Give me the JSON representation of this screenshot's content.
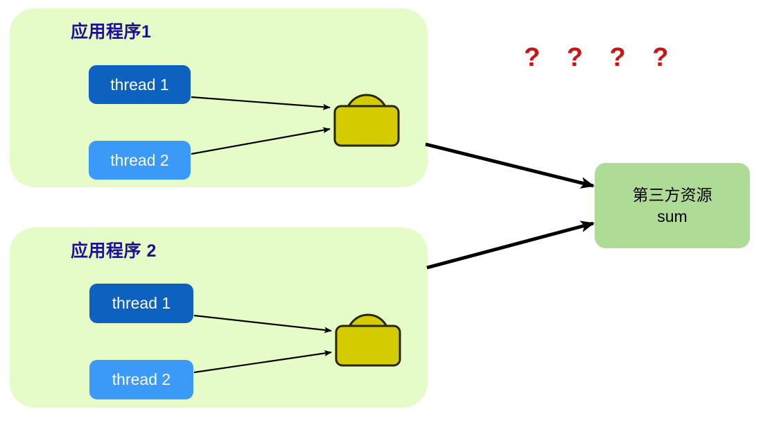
{
  "diagram": {
    "title_color": "#1d0f9c",
    "panel_color": "#e6fcc8",
    "resource_color": "#aedb96",
    "lock_color": "#d4cc00",
    "accent_red": "#cc1414",
    "thread1_color": "#0d62c0",
    "thread2_color": "#3b9af7"
  },
  "panels": [
    {
      "title": "应用程序1",
      "threads": [
        {
          "label": "thread 1"
        },
        {
          "label": "thread 2"
        }
      ],
      "lock_name": "lock-icon"
    },
    {
      "title": "应用程序 2",
      "threads": [
        {
          "label": "thread 1"
        },
        {
          "label": "thread 2"
        }
      ],
      "lock_name": "lock-icon"
    }
  ],
  "resource": {
    "line1": "第三方资源",
    "line2": "sum"
  },
  "annotation": {
    "question_marks": "? ? ? ?"
  }
}
